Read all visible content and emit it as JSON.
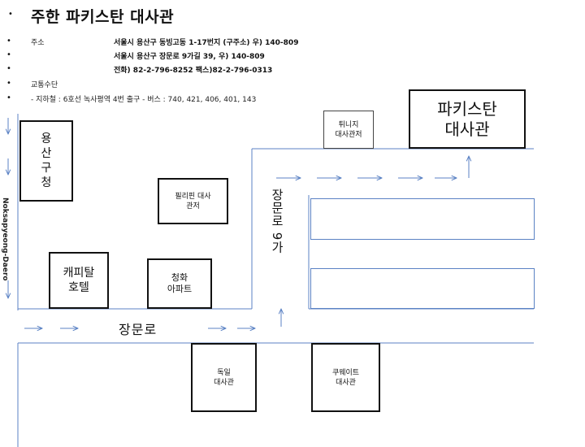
{
  "header": {
    "title": "주한 파키스탄 대사관",
    "address_label": "주소",
    "address_line1": "서울시 용산구 동빙고동 1-17번지 (구주소) 우) 140-809",
    "address_line2": "서울시 용산구 장문로 9가길 39, 우) 140-809",
    "phone_line": "전화) 82-2-796-8252    팩스)82-2-796-0313",
    "transport_label": "교통수단",
    "transport_line": "- 지하철 : 6호선 녹사평역 4번 출구     - 버스 : 740, 421, 406, 401, 143"
  },
  "map": {
    "road_main_label": "장문로",
    "road_side_label": "장문로 9가",
    "road_left_label": "Noksapyeong-Daero",
    "buildings": {
      "yongsan_gu_office": "용\n산\n구\n청",
      "capital_hotel": "캐피탈\n호텔",
      "cheonghwa_apt": "청화\n아파트",
      "philippine_residence": "필리핀 대사\n관저",
      "tunisia_residence": "튀니지\n대사관저",
      "pakistan_embassy": "파키스탄\n대사관",
      "germany_embassy": "독일\n대사관",
      "kuwait_embassy": "쿠웨이트\n대사관"
    }
  },
  "colors": {
    "road_line": "#5b82c4",
    "box_border": "#111111"
  }
}
